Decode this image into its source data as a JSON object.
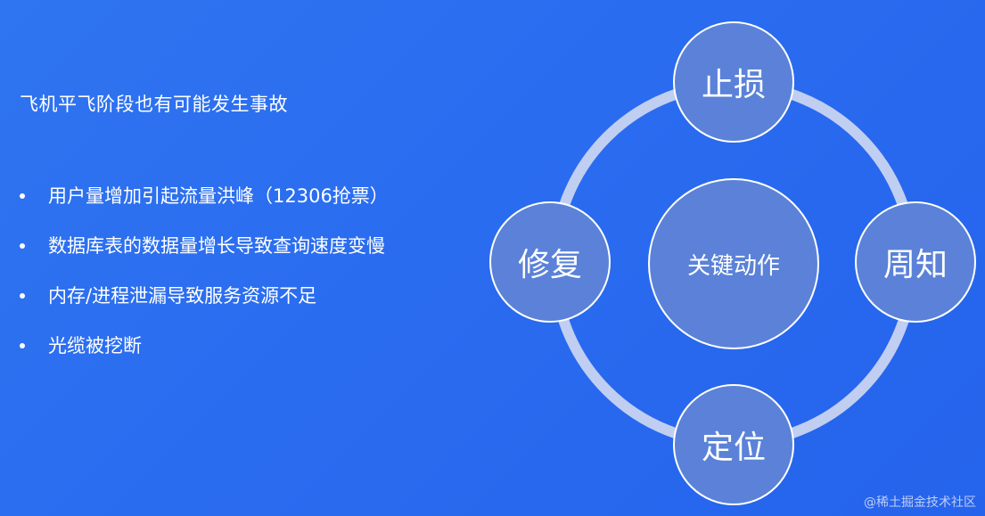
{
  "heading": "飞机平飞阶段也有可能发生事故",
  "bullets": [
    "用户量增加引起流量洪峰（12306抢票）",
    "数据库表的数据量增长导致查询速度变慢",
    "内存/进程泄漏导致服务资源不足",
    "光缆被挖断"
  ],
  "diagram": {
    "center": "关键动作",
    "top": "止损",
    "right": "周知",
    "bottom": "定位",
    "left": "修复"
  },
  "footer": "@稀土掘金技术社区",
  "colors": {
    "background": "#2a6cf0",
    "ring": "#c0cef2",
    "node_fill": "#5b82d8",
    "node_border": "#ffffff"
  }
}
